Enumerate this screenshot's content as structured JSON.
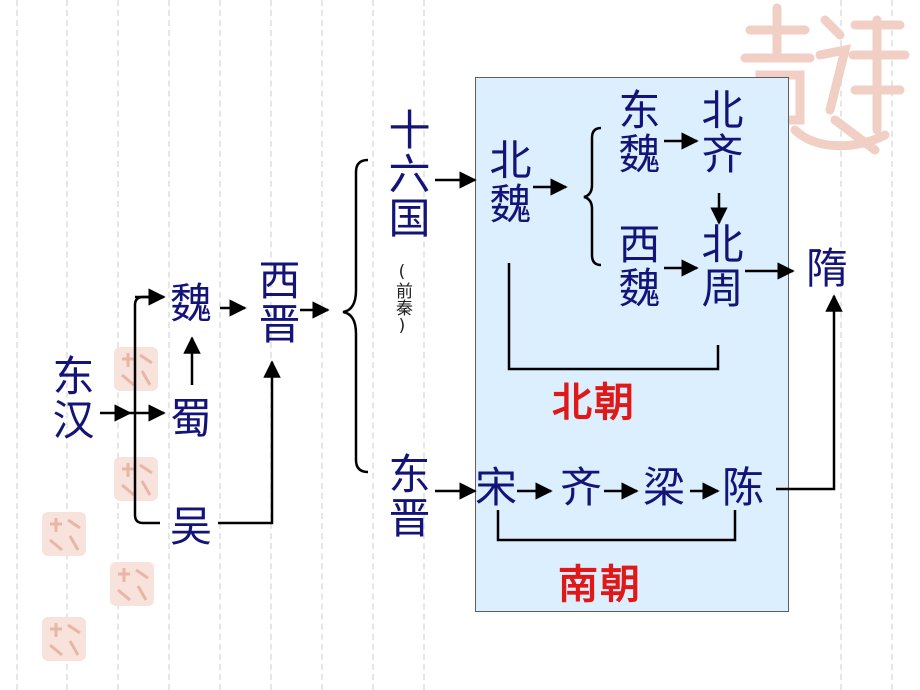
{
  "nodes": {
    "donghan": "东汉",
    "wei": "魏",
    "shu": "蜀",
    "wu": "吴",
    "xijin": "西晋",
    "shiliuguo": "十六国",
    "qianqin": "(前秦)",
    "dongjin": "东晋",
    "beiwei": "北魏",
    "dongwei": "东魏",
    "xiwei": "西魏",
    "beiqi": "北齐",
    "beizhou": "北周",
    "sui": "隋",
    "song": "宋",
    "qi": "齐",
    "liang": "梁",
    "chen": "陈"
  },
  "groups": {
    "north": "北朝",
    "south": "南朝"
  },
  "colors": {
    "node_text": "#141478",
    "group_text": "#e01818",
    "panel_fill": "#dcefff",
    "connector": "#000000",
    "decoration": "#f1cfc4"
  }
}
